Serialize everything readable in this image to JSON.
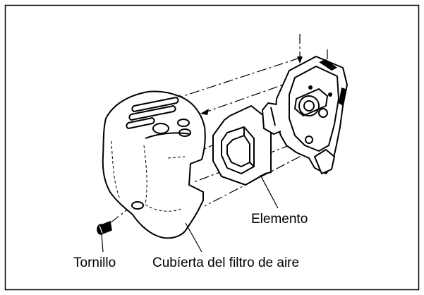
{
  "diagram": {
    "labels": {
      "element": "Elemento",
      "screw": "Tornillo",
      "cover": "Cubíerta del filtro de aire"
    },
    "colors": {
      "ink": "#000000",
      "background": "#ffffff",
      "fill": "#ffffff"
    }
  }
}
